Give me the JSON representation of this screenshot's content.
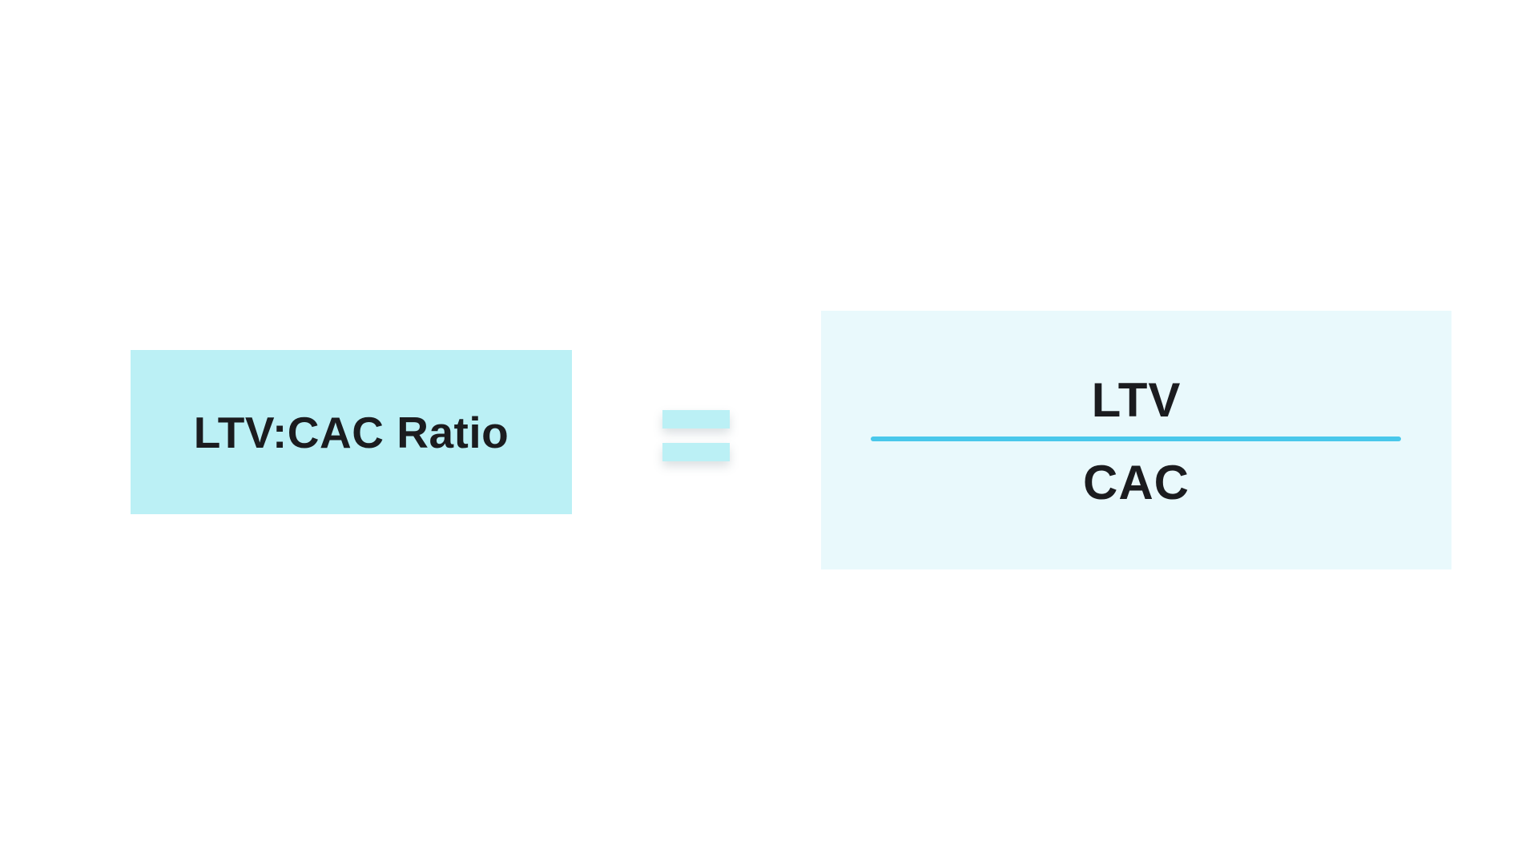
{
  "diagram": {
    "background_color": "#FFFFFF",
    "text_color": "#1B1C1F",
    "title_box": {
      "label": "LTV:CAC Ratio",
      "background_color": "#BBF0F5"
    },
    "equals_sign": {
      "symbol": "=",
      "bar_color": "#BBF0F5"
    },
    "formula_box": {
      "background_color": "#E9F9FC",
      "numerator": "LTV",
      "denominator": "CAC",
      "divider_color": "#49C8EB"
    }
  }
}
